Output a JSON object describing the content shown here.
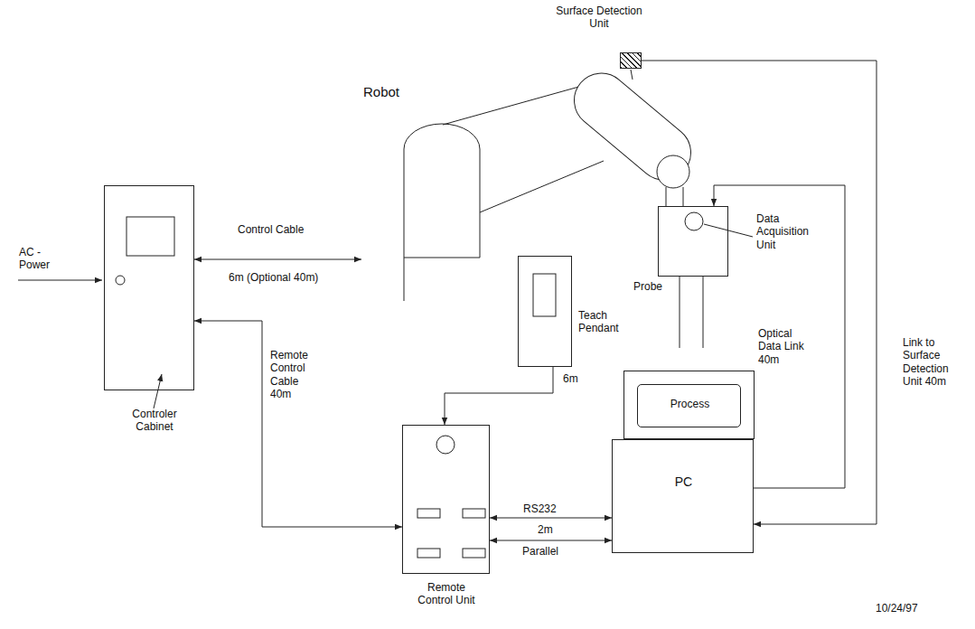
{
  "diagram": {
    "nodes": [
      {
        "text": [
          "Controler Cabinet"
        ]
      },
      {
        "text": [
          "Robot"
        ]
      },
      {
        "text": [
          "Surface Detection Unit"
        ]
      },
      {
        "text": [
          "Data Acquisition Unit"
        ]
      },
      {
        "text": [
          "Teach Pendant"
        ]
      },
      {
        "text": [
          "Process"
        ]
      },
      {
        "text": [
          "PC"
        ]
      },
      {
        "text": [
          "Remote Control Unit"
        ]
      }
    ],
    "edges": [
      {
        "from": 0,
        "to": 1,
        "arrow": "both",
        "label": "Control Cable"
      },
      {
        "from": 0,
        "to": 7,
        "arrow": "both",
        "label": "Remote Control Cable 40m"
      },
      {
        "from": 4,
        "to": 7,
        "arrow": "to",
        "label": "6m"
      },
      {
        "from": 7,
        "to": 6,
        "arrow": "both",
        "label": "RS232"
      },
      {
        "from": 7,
        "to": 6,
        "arrow": "both",
        "label": "Parallel"
      },
      {
        "from": 6,
        "to": 3,
        "arrow": "to",
        "label": "Optical Data Link 40m"
      },
      {
        "from": 2,
        "to": 6,
        "arrow": "to",
        "label": "Link to Surface Detection Unit 40m"
      }
    ],
    "labels": [
      "AC - Power",
      "6m (Optional 40m)",
      "Probe",
      "2m",
      "10/24/97"
    ]
  }
}
